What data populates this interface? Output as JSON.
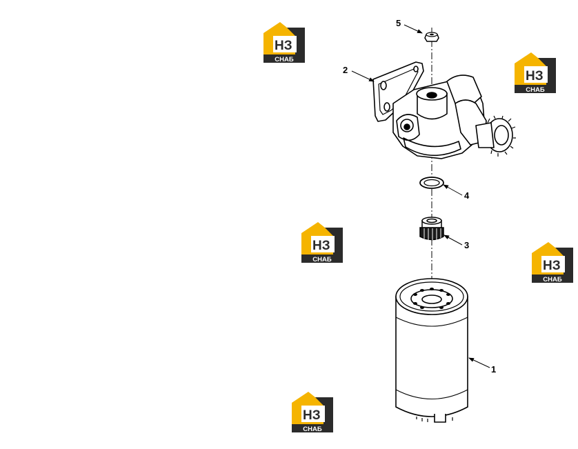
{
  "diagram": {
    "callouts": [
      {
        "id": "part-1",
        "label": "1"
      },
      {
        "id": "part-2",
        "label": "2"
      },
      {
        "id": "part-3",
        "label": "3"
      },
      {
        "id": "part-4",
        "label": "4"
      },
      {
        "id": "part-5",
        "label": "5"
      }
    ]
  },
  "watermark": {
    "brand_top": "НЗ",
    "brand_bottom": "СНАБ",
    "colors": {
      "accent": "#f5b400",
      "dark": "#2b2b2b",
      "text": "#ffffff"
    }
  }
}
